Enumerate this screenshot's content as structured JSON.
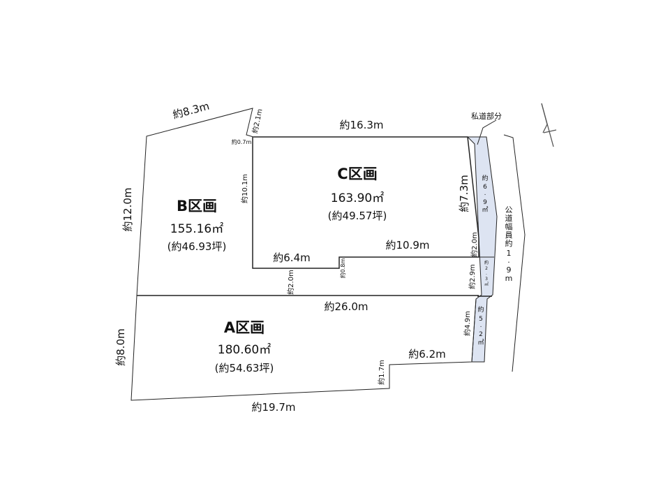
{
  "lots": {
    "a": {
      "name": "A区画",
      "area": "180.60㎡",
      "tsubo": "(約54.63坪)"
    },
    "b": {
      "name": "B区画",
      "area": "155.16㎡",
      "tsubo": "(約46.93坪)"
    },
    "c": {
      "name": "C区画",
      "area": "163.90㎡",
      "tsubo": "(約49.57坪)"
    }
  },
  "dimensions": {
    "b_top": "約8.3m",
    "b_left": "約12.0m",
    "b_notch_diag": "約2.1m",
    "b_notch_h": "約0.7m",
    "c_top": "約16.3m",
    "c_left": "約10.1m",
    "c_right": "約7.3m",
    "c_bottom_left": "約6.4m",
    "c_bottom_right": "約10.9m",
    "c_step": "約0.8m",
    "b_lower": "約2.0m",
    "a_top": "約26.0m",
    "a_left": "約8.0m",
    "a_bottom": "約19.7m",
    "a_step": "約1.7m",
    "a_bottom_right": "約6.2m",
    "a_right": "約4.9m",
    "strip_seg1": "約2.0m",
    "strip_seg2": "約2.9m"
  },
  "private_road": {
    "label": "私道部分",
    "seg_c": [
      "約",
      "6",
      ".",
      "9",
      "㎡"
    ],
    "seg_b": [
      "約",
      "2",
      ".",
      "3",
      "㎡"
    ],
    "seg_a": [
      "約",
      "5",
      ".",
      "2",
      "㎡"
    ]
  },
  "public_road": {
    "chars": [
      "公",
      "道",
      "幅",
      "員",
      "約",
      "1",
      ".",
      "9",
      "m"
    ]
  },
  "colors": {
    "line": "#222222",
    "private_road_fill": "#dde4f2"
  }
}
